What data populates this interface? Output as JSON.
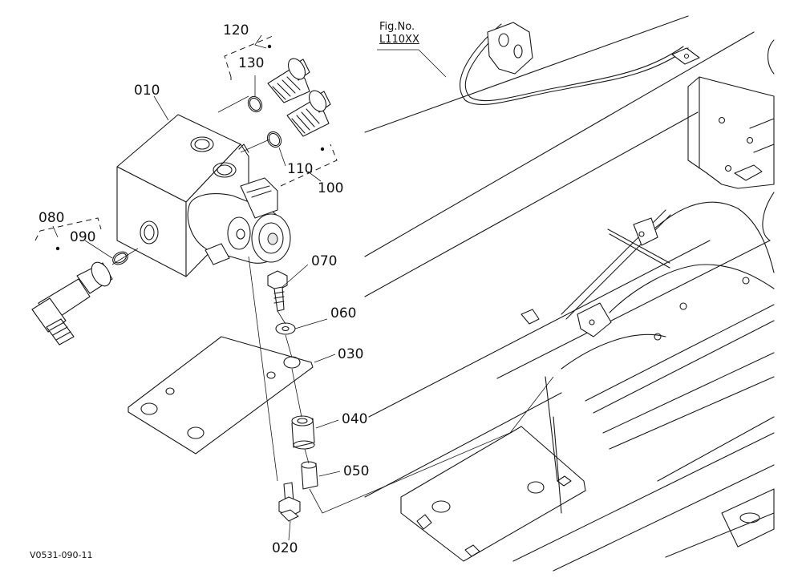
{
  "figure": {
    "ref_caption": "Fig.No.",
    "ref_number": "L110XX",
    "drawing_code": "V0531-090-11"
  },
  "callouts": [
    {
      "id": "010",
      "part": "valve-block"
    },
    {
      "id": "020",
      "part": "bolt"
    },
    {
      "id": "030",
      "part": "bracket-plate"
    },
    {
      "id": "040",
      "part": "rubber-bushing"
    },
    {
      "id": "050",
      "part": "collar"
    },
    {
      "id": "060",
      "part": "washer"
    },
    {
      "id": "070",
      "part": "bolt"
    },
    {
      "id": "080",
      "part": "elbow-adaptor"
    },
    {
      "id": "090",
      "part": "o-ring"
    },
    {
      "id": "100",
      "part": "adaptor"
    },
    {
      "id": "110",
      "part": "o-ring"
    },
    {
      "id": "120",
      "part": "adaptor"
    },
    {
      "id": "130",
      "part": "o-ring"
    }
  ]
}
